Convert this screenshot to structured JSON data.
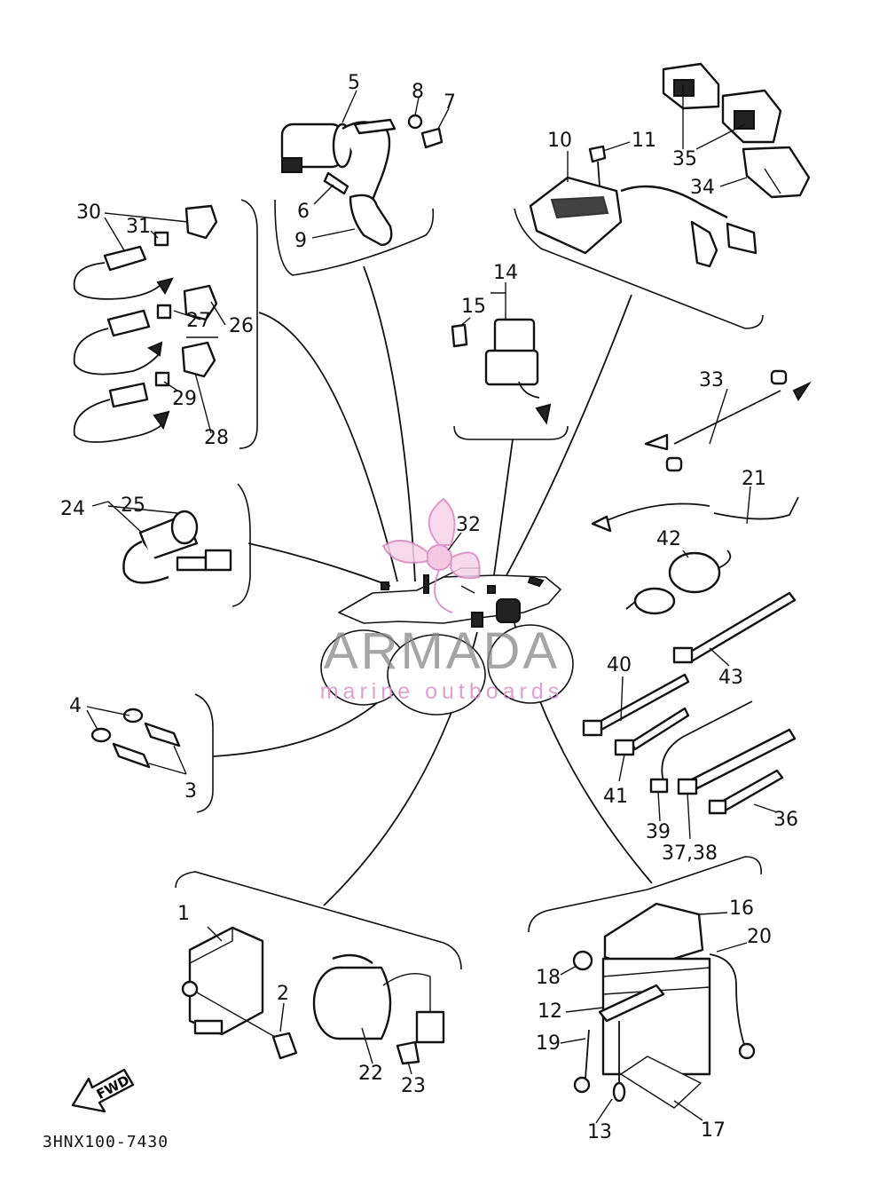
{
  "diagram": {
    "code": "3HNX100-7430",
    "fwd_label": "FWD",
    "watermark": {
      "brand": "ARMADA",
      "tagline": "marine outboards"
    },
    "callouts": [
      "1",
      "2",
      "3",
      "4",
      "5",
      "6",
      "7",
      "8",
      "9",
      "10",
      "11",
      "12",
      "13",
      "14",
      "15",
      "16",
      "17",
      "18",
      "19",
      "20",
      "21",
      "22",
      "23",
      "24",
      "25",
      "26",
      "27",
      "28",
      "29",
      "30",
      "31",
      "32",
      "33",
      "34",
      "35",
      "36",
      "37,38",
      "39",
      "40",
      "41",
      "42",
      "43"
    ]
  }
}
